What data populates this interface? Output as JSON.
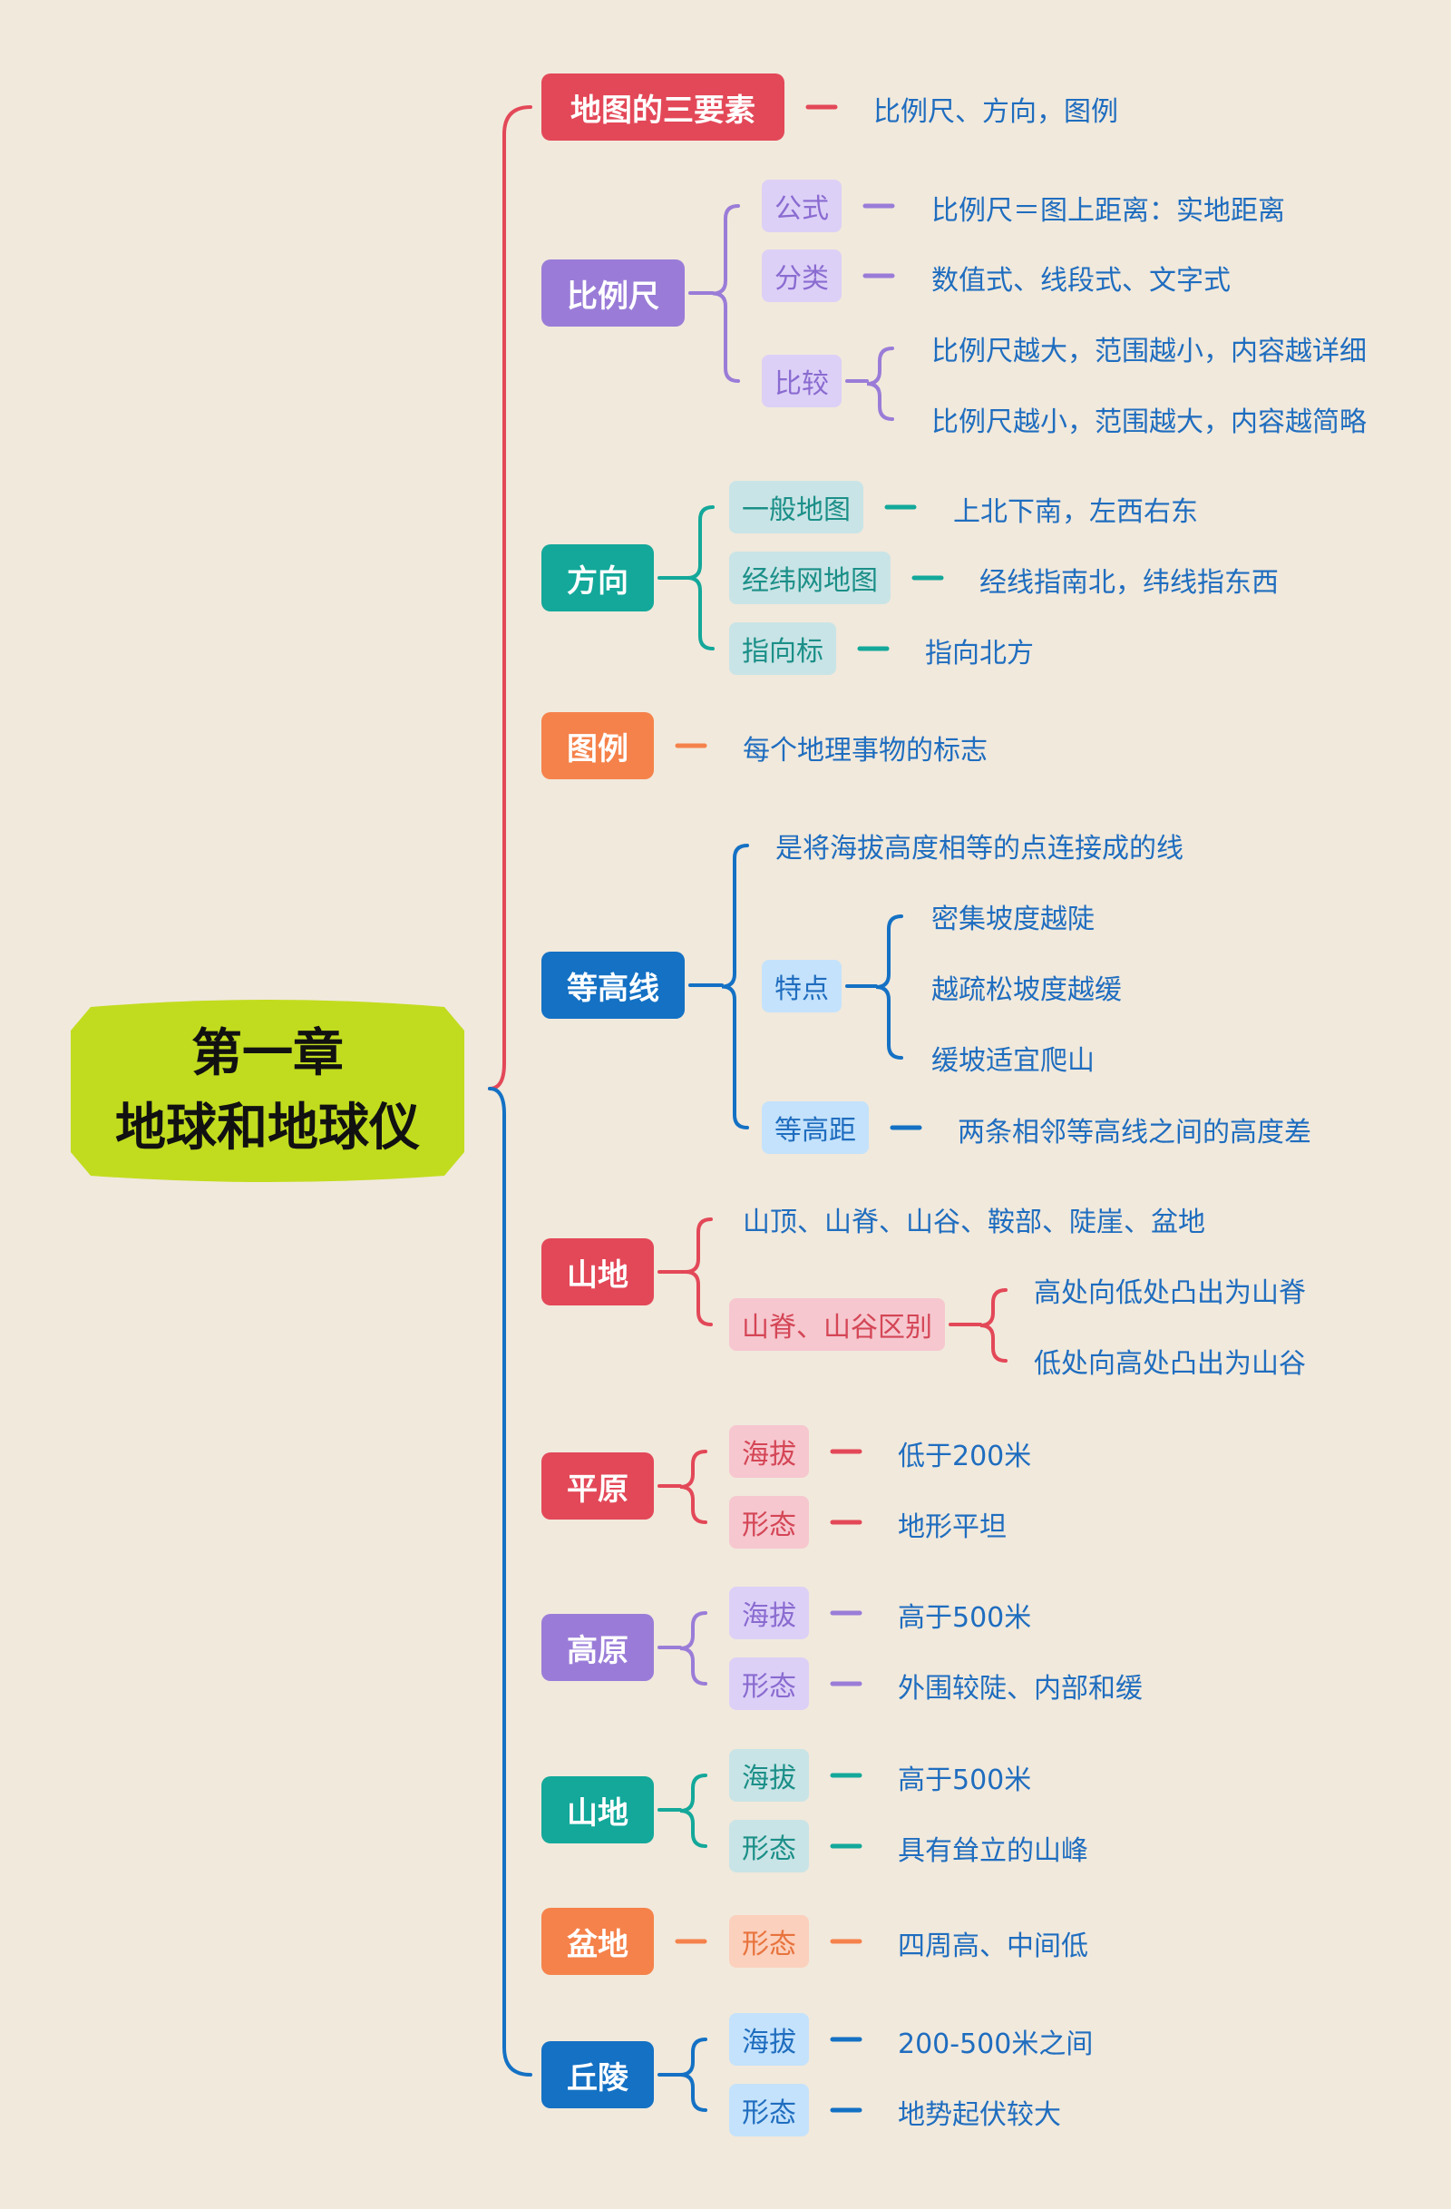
{
  "root": {
    "line1": "第一章",
    "line2": "地球和地球仪"
  },
  "colors": {
    "background": "#f1e9dc",
    "root_fill": "#c1dc1e",
    "red": "#e34858",
    "purple": "#9a7cd8",
    "teal": "#13a89a",
    "orange": "#f5824b",
    "blue": "#1471c4",
    "leaf_text": "#1f6dbf"
  },
  "branches": [
    {
      "label": "地图的三要素",
      "color": "red",
      "children": [
        {
          "label": "比例尺、方向，图例"
        }
      ]
    },
    {
      "label": "比例尺",
      "color": "purple",
      "children": [
        {
          "label": "公式",
          "children": [
            {
              "label": "比例尺＝图上距离：实地距离"
            }
          ]
        },
        {
          "label": "分类",
          "children": [
            {
              "label": "数值式、线段式、文字式"
            }
          ]
        },
        {
          "label": "比较",
          "children": [
            {
              "label": "比例尺越大，范围越小，内容越详细"
            },
            {
              "label": "比例尺越小，范围越大，内容越简略"
            }
          ]
        }
      ]
    },
    {
      "label": "方向",
      "color": "teal",
      "children": [
        {
          "label": "一般地图",
          "children": [
            {
              "label": "上北下南，左西右东"
            }
          ]
        },
        {
          "label": "经纬网地图",
          "children": [
            {
              "label": "经线指南北，纬线指东西"
            }
          ]
        },
        {
          "label": "指向标",
          "children": [
            {
              "label": "指向北方"
            }
          ]
        }
      ]
    },
    {
      "label": "图例",
      "color": "orange",
      "children": [
        {
          "label": "每个地理事物的标志"
        }
      ]
    },
    {
      "label": "等高线",
      "color": "blue",
      "children": [
        {
          "label": "是将海拔高度相等的点连接成的线"
        },
        {
          "label": "特点",
          "children": [
            {
              "label": "密集坡度越陡"
            },
            {
              "label": "越疏松坡度越缓"
            },
            {
              "label": "缓坡适宜爬山"
            }
          ]
        },
        {
          "label": "等高距",
          "children": [
            {
              "label": "两条相邻等高线之间的高度差"
            }
          ]
        }
      ]
    },
    {
      "label": "山地",
      "color": "red",
      "children": [
        {
          "label": "山顶、山脊、山谷、鞍部、陡崖、盆地"
        },
        {
          "label": "山脊、山谷区别",
          "children": [
            {
              "label": "高处向低处凸出为山脊"
            },
            {
              "label": "低处向高处凸出为山谷"
            }
          ]
        }
      ]
    },
    {
      "label": "平原",
      "color": "red",
      "children": [
        {
          "label": "海拔",
          "children": [
            {
              "label": "低于200米"
            }
          ]
        },
        {
          "label": "形态",
          "children": [
            {
              "label": "地形平坦"
            }
          ]
        }
      ]
    },
    {
      "label": "高原",
      "color": "purple",
      "children": [
        {
          "label": "海拔",
          "children": [
            {
              "label": "高于500米"
            }
          ]
        },
        {
          "label": "形态",
          "children": [
            {
              "label": "外围较陡、内部和缓"
            }
          ]
        }
      ]
    },
    {
      "label": "山地",
      "color": "teal",
      "children": [
        {
          "label": "海拔",
          "children": [
            {
              "label": "高于500米"
            }
          ]
        },
        {
          "label": "形态",
          "children": [
            {
              "label": "具有耸立的山峰"
            }
          ]
        }
      ]
    },
    {
      "label": "盆地",
      "color": "orange",
      "children": [
        {
          "label": "形态",
          "children": [
            {
              "label": "四周高、中间低"
            }
          ]
        }
      ]
    },
    {
      "label": "丘陵",
      "color": "blue",
      "children": [
        {
          "label": "海拔",
          "children": [
            {
              "label": "200-500米之间"
            }
          ]
        },
        {
          "label": "形态",
          "children": [
            {
              "label": "地势起伏较大"
            }
          ]
        }
      ]
    }
  ]
}
